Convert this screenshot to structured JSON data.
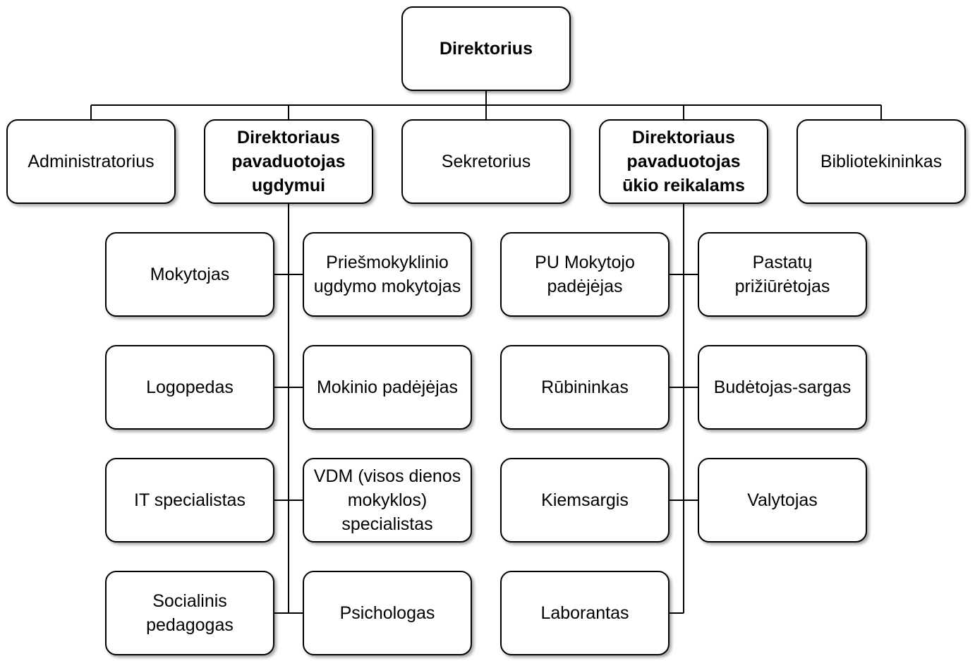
{
  "org": {
    "director": "Direktorius",
    "administrator": "Administratorius",
    "deputy_education": "Direktoriaus\npavaduotojas\nugdymui",
    "secretary": "Sekretorius",
    "deputy_facilities": "Direktoriaus\npavaduotojas\nūkio reikalams",
    "librarian": "Bibliotekininkas",
    "education_staff": [
      "Mokytojas",
      "Priešmokyklinio\nugdymo mokytojas",
      "Logopedas",
      "Mokinio padėjėjas",
      "IT specialistas",
      "VDM (visos dienos\nmokyklos)\nspecialistas",
      "Socialinis\npedagogas",
      "Psichologas"
    ],
    "facilities_staff": [
      "PU Mokytojo\npadėjėjas",
      "Pastatų\nprižiūrėtojas",
      "Rūbininkas",
      "Budėtojas-sargas",
      "Kiemsargis",
      "Valytojas",
      "Laborantas"
    ]
  }
}
